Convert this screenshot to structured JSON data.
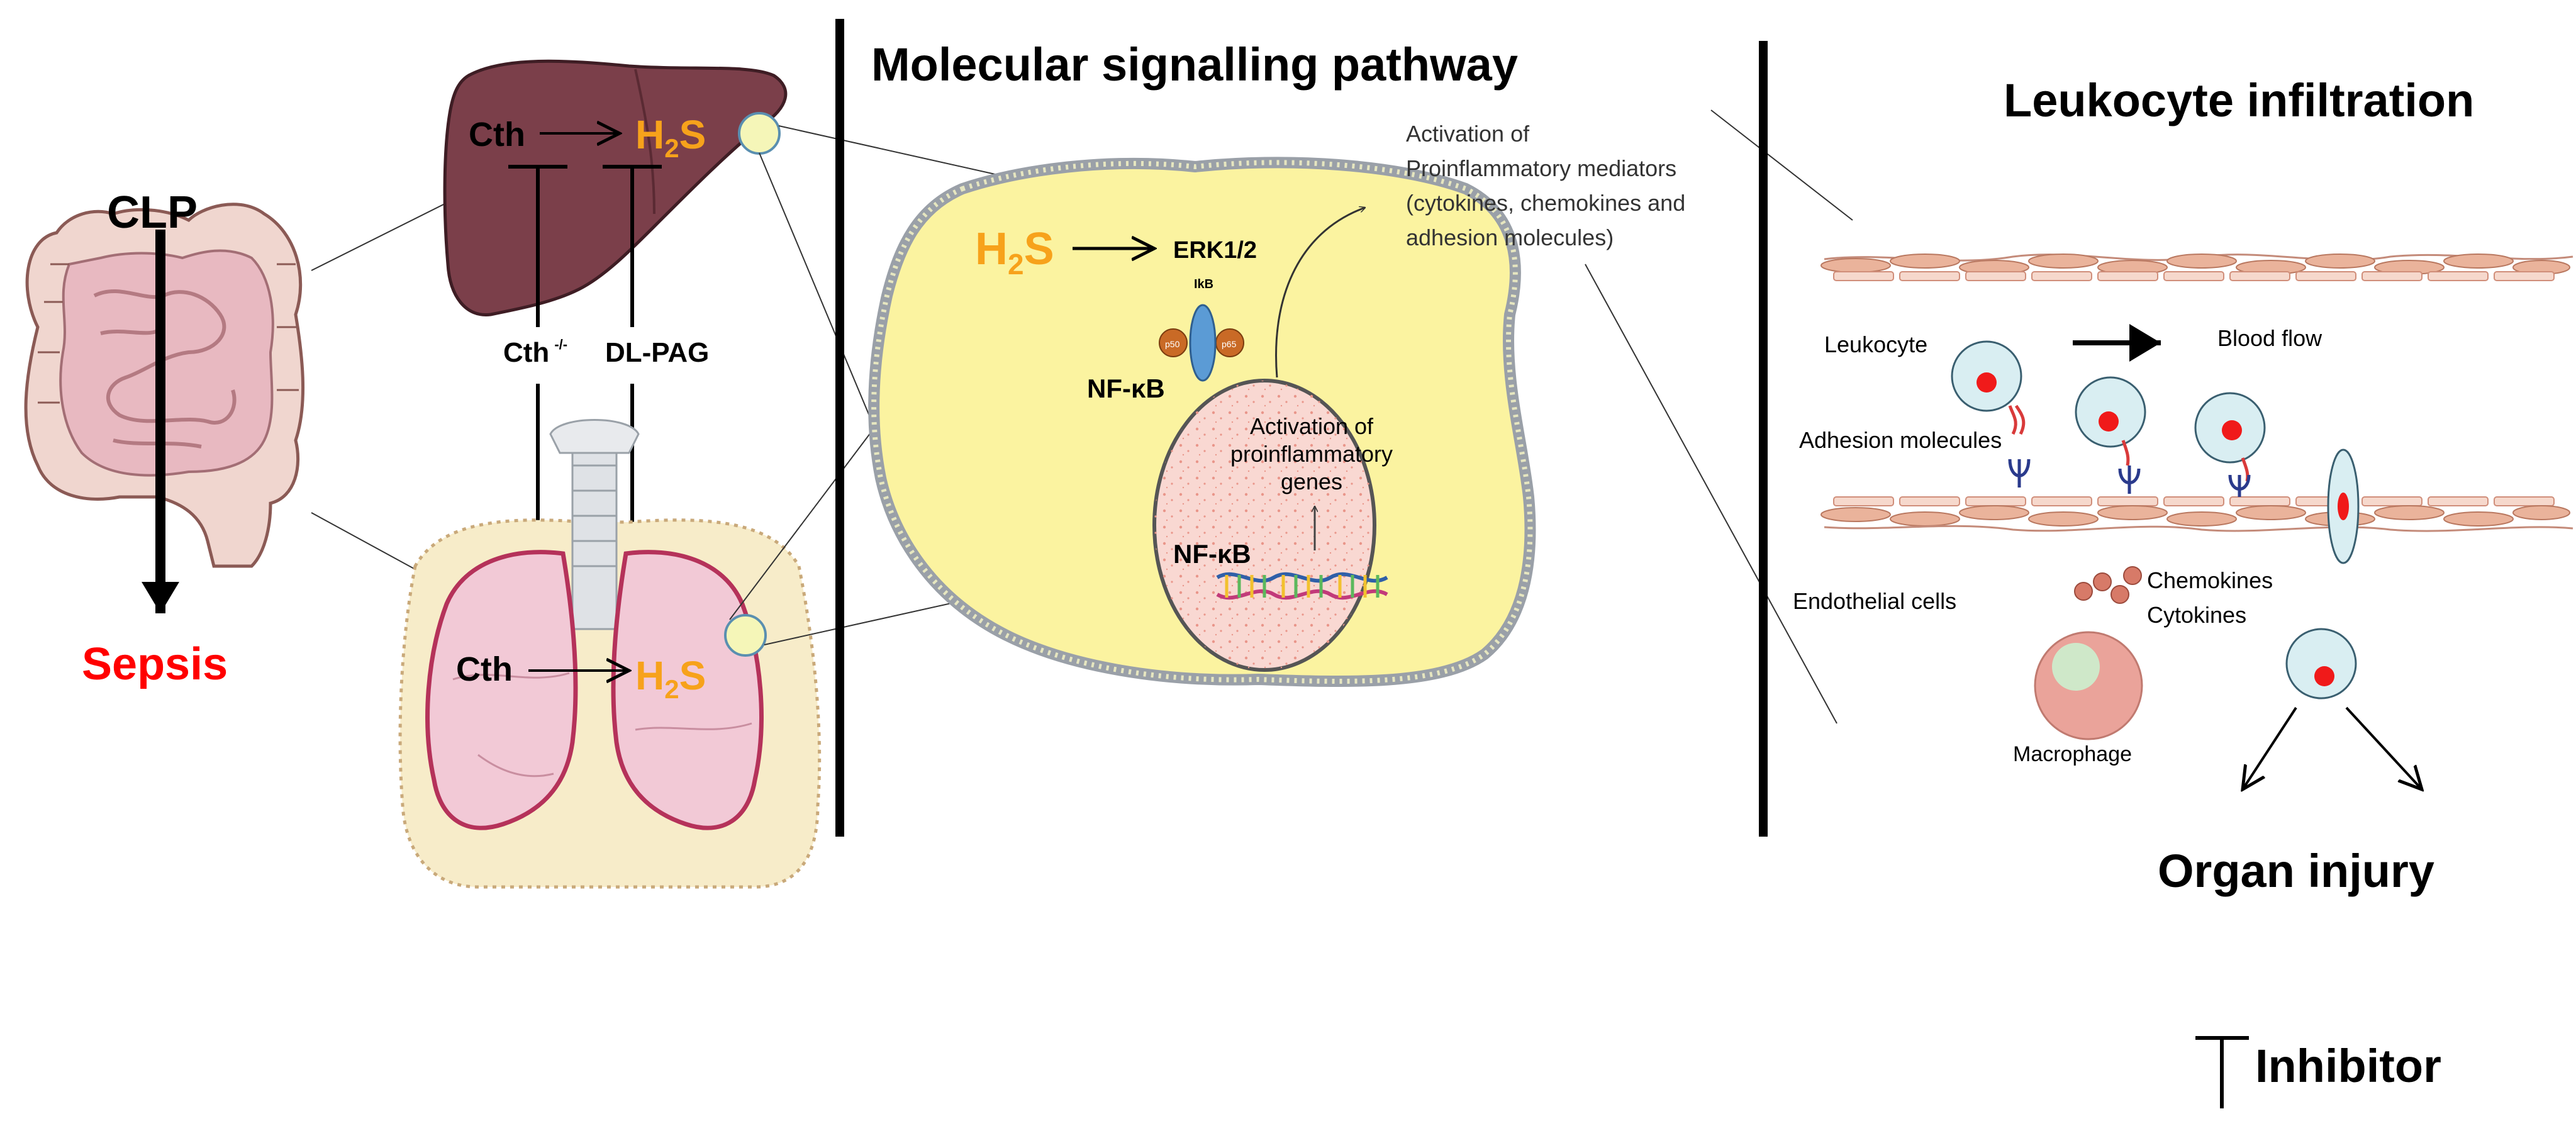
{
  "colors": {
    "sepsis_red": "#ff0000",
    "h2s_orange": "#f7a21b",
    "liver_brown": "#7b3f4a",
    "lung_pink": "#f2c9d6",
    "lung_border": "#b5325a",
    "cell_yellow": "#fbf3a0",
    "nucleus_pink": "#f9d8d2",
    "vessel_cell": "#eab39b",
    "leukocyte_blue": "#d9eef2",
    "leukocyte_dot": "#f01a1a",
    "macrophage": "#eaa39a",
    "chemokine_dot": "#d77a68"
  },
  "left": {
    "clp": "CLP",
    "sepsis": "Sepsis",
    "liver_cth": "Cth",
    "liver_h2s_main": "H",
    "liver_h2s_sub": "2",
    "liver_h2s_end": "S",
    "cth_knockout": "Cth",
    "cth_knockout_sup": "-/-",
    "dl_pag": "DL-PAG",
    "lung_cth": "Cth",
    "lung_h2s_main": "H",
    "lung_h2s_sub": "2",
    "lung_h2s_end": "S"
  },
  "middle": {
    "title": "Molecular signalling pathway",
    "h2s_main": "H",
    "h2s_sub": "2",
    "h2s_end": "S",
    "erk": "ERK1/2",
    "ikb": "IkB",
    "p50": "p50",
    "p65": "p65",
    "nfkb_cyto": "NF-κB",
    "nucleus_text_1": "Activation of",
    "nucleus_text_2": "proinflammatory",
    "nucleus_text_3": "genes",
    "nfkb_nuc": "NF-κB",
    "mediators_1": "Activation of",
    "mediators_2": "Proinflammatory mediators",
    "mediators_3": "(cytokines, chemokines and",
    "mediators_4": "adhesion molecules)"
  },
  "right": {
    "title": "Leukocyte infiltration",
    "leukocyte": "Leukocyte",
    "blood_flow": "Blood flow",
    "adhesion": "Adhesion molecules",
    "endothelial": "Endothelial cells",
    "chemokines": "Chemokines",
    "cytokines": "Cytokines",
    "macrophage": "Macrophage",
    "organ_injury": "Organ injury",
    "inhibitor": "Inhibitor"
  }
}
